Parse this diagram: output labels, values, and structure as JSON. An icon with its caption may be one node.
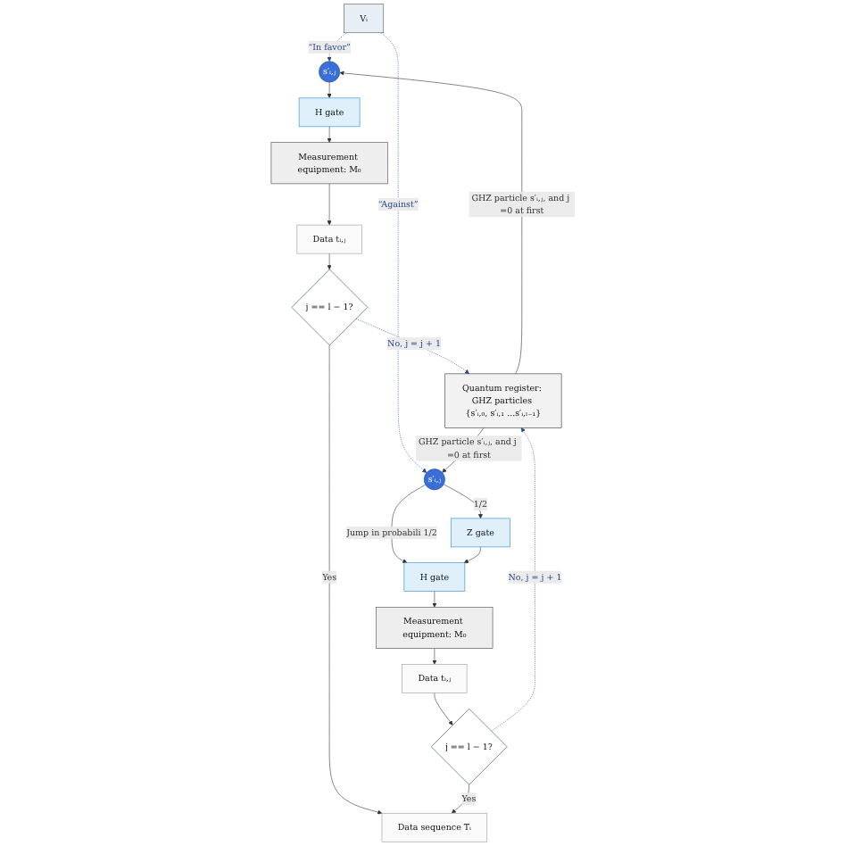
{
  "diagram": {
    "nodes": [
      {
        "text": [
          "Vᵢ"
        ]
      },
      {
        "text": [
          "s′ᵢ,ⱼ"
        ]
      },
      {
        "text": [
          "Quantum register: GHZ particles {s′ᵢ,₀, s′ᵢ,₁ ...s′ᵢ,ₗ₋₁}"
        ]
      },
      {
        "text": [
          "s′ᵢ,ⱼ"
        ]
      },
      {
        "text": [
          "H gate"
        ]
      },
      {
        "text": [
          "Measurement equipment: M₀"
        ]
      },
      {
        "text": [
          "Data tᵢ,ⱼ"
        ]
      },
      {
        "text": [
          "j == l − 1?"
        ]
      },
      {
        "text": [
          "Z gate"
        ]
      },
      {
        "text": [
          "H gate"
        ]
      },
      {
        "text": [
          "Measurement equipment: M₀"
        ]
      },
      {
        "text": [
          "Data tᵢ,ⱼ"
        ]
      },
      {
        "text": [
          "j == l − 1?"
        ]
      },
      {
        "text": [
          "Data sequence Tᵢ"
        ]
      }
    ],
    "edges": [
      {
        "from": 0,
        "to": 1,
        "arrow": "to",
        "label": "“In favor”",
        "style": "dashed",
        "color": "#2b4a8c"
      },
      {
        "from": 0,
        "to": 3,
        "arrow": "to",
        "label": "“Against”",
        "style": "dashed",
        "color": "#2b4a8c"
      },
      {
        "from": 2,
        "to": 1,
        "arrow": "to",
        "label": "GHZ particle s′ᵢ,ⱼ, and j =0 at first"
      },
      {
        "from": 2,
        "to": 3,
        "arrow": "to",
        "label": "GHZ particle s′ᵢ,ⱼ, and j =0 at first"
      },
      {
        "from": 1,
        "to": 4,
        "arrow": "to"
      },
      {
        "from": 4,
        "to": 5,
        "arrow": "to"
      },
      {
        "from": 5,
        "to": 6,
        "arrow": "to"
      },
      {
        "from": 6,
        "to": 7,
        "arrow": "to"
      },
      {
        "from": 7,
        "to": 2,
        "arrow": "to",
        "label": "No, j = j + 1",
        "style": "dashed",
        "color": "#2b4a8c"
      },
      {
        "from": 7,
        "to": 13,
        "arrow": "to",
        "label": "Yes"
      },
      {
        "from": 3,
        "to": 8,
        "arrow": "to",
        "label": "1/2"
      },
      {
        "from": 3,
        "to": 9,
        "arrow": "to",
        "label": "Jump in probabili 1/2"
      },
      {
        "from": 8,
        "to": 9,
        "arrow": "to"
      },
      {
        "from": 9,
        "to": 10,
        "arrow": "to"
      },
      {
        "from": 10,
        "to": 11,
        "arrow": "to"
      },
      {
        "from": 11,
        "to": 12,
        "arrow": "to"
      },
      {
        "from": 12,
        "to": 2,
        "arrow": "to",
        "label": "No, j = j + 1",
        "style": "dashed",
        "color": "#2b4a8c"
      },
      {
        "from": 12,
        "to": 13,
        "arrow": "to",
        "label": "Yes"
      }
    ]
  }
}
